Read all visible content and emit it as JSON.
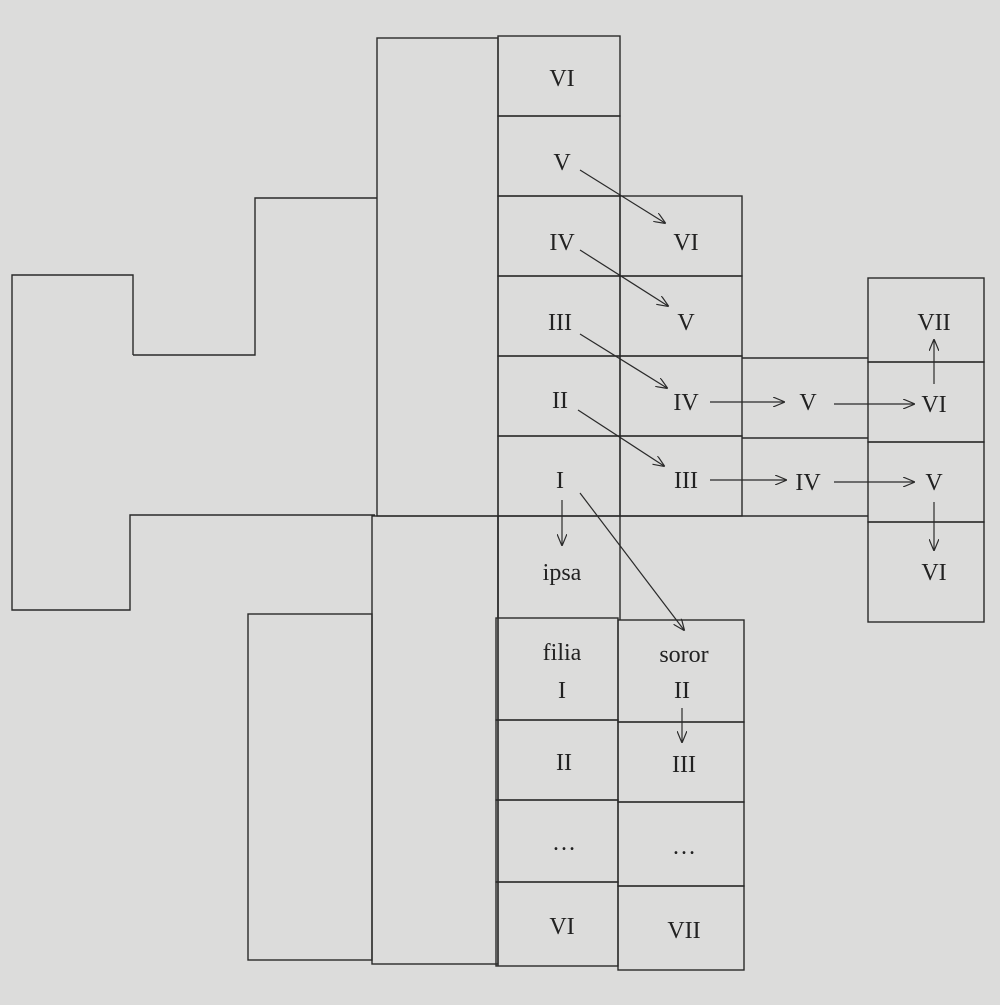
{
  "upper_column_a": [
    "VI",
    "V",
    "IV",
    "III",
    "II",
    "I"
  ],
  "upper_column_b": [
    "VI",
    "V",
    "IV",
    "III"
  ],
  "branch_one": [
    "V",
    "VI"
  ],
  "branch_two": [
    "IV",
    "V"
  ],
  "far_right_column": [
    "VII",
    "VI",
    "V",
    "VI"
  ],
  "ipsa": "ipsa",
  "lower_headers": {
    "filia": "filia",
    "soror": "soror"
  },
  "lower_column_a": [
    "I",
    "II",
    "…",
    "VI"
  ],
  "lower_column_b": [
    "II",
    "III",
    "…",
    "VII"
  ]
}
